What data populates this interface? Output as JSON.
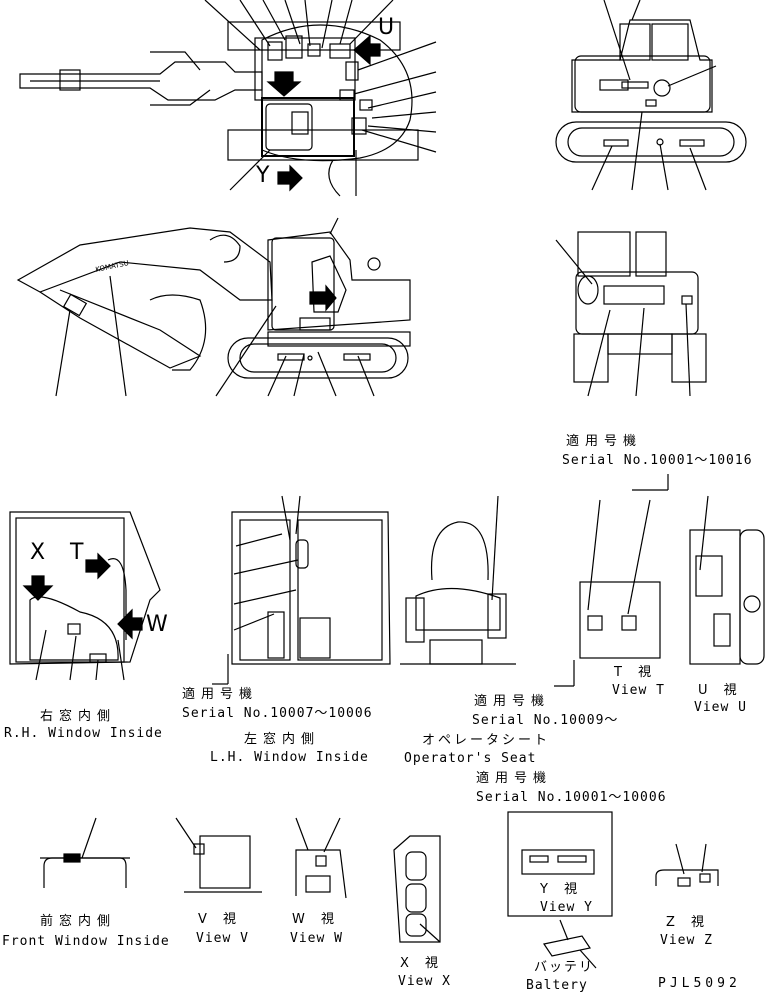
{
  "drawing_number": "PJL5092",
  "serials": {
    "top_serial_jp": "適用号機",
    "top_serial": "Serial No.10001～10016",
    "rh_serial_jp": "適用号機",
    "rh_serial": "Serial No.10007～10006",
    "seat_serial_jp": "適用号機",
    "seat_serial": "Serial No.10009～",
    "bottom_serial_jp": "適用号機",
    "bottom_serial": "Serial No.10001～10006"
  },
  "view_letters": {
    "u": "U",
    "y": "Y",
    "x": "X",
    "t": "T",
    "w": "W"
  },
  "captions": {
    "rh_window_jp": "右窓内側",
    "rh_window_en": "R.H. Window Inside",
    "lh_window_jp": "左窓内側",
    "lh_window_en": "L.H. Window Inside",
    "seat_jp": "オペレータシート",
    "seat_en": "Operator's Seat",
    "view_t_jp": "T 視",
    "view_t_en": "View T",
    "view_u_jp": "U 視",
    "view_u_en": "View U",
    "front_window_jp": "前窓内側",
    "front_window_en": "Front Window Inside",
    "view_v_jp": "V 視",
    "view_v_en": "View V",
    "view_w_jp": "W 視",
    "view_w_en": "View W",
    "view_x_jp": "X 視",
    "view_x_en": "View X",
    "view_y_jp": "Y 視",
    "view_y_en": "View Y",
    "battery_jp": "バッテリ",
    "battery_en": "Baltery",
    "view_z_jp": "Z 視",
    "view_z_en": "View Z"
  },
  "machine_logo": "KOMATSU"
}
